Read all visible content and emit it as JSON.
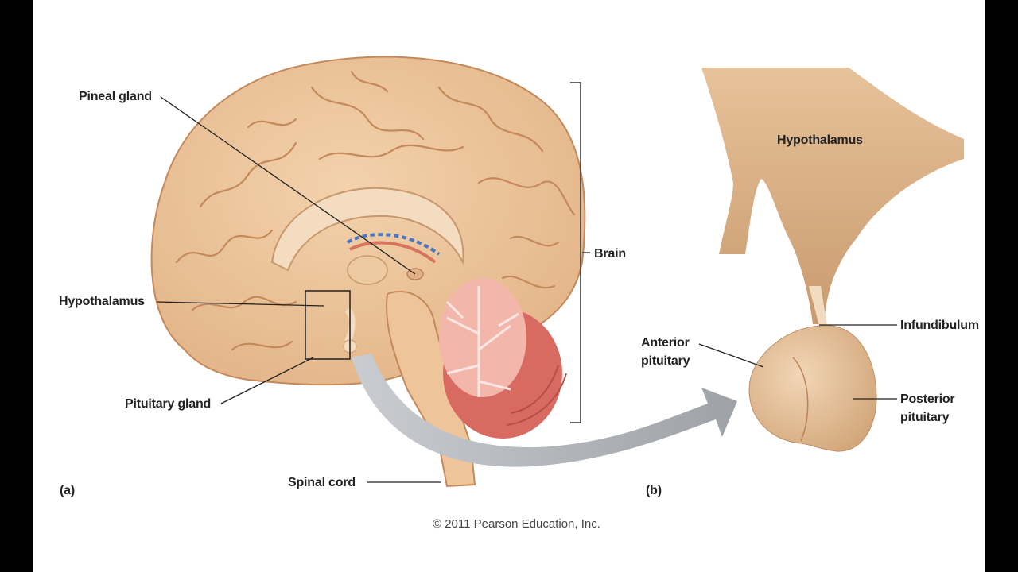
{
  "labels": {
    "pineal_gland": "Pineal gland",
    "hypothalamus_a": "Hypothalamus",
    "pituitary_gland": "Pituitary gland",
    "spinal_cord": "Spinal cord",
    "brain": "Brain",
    "hypothalamus_b": "Hypothalamus",
    "infundibulum": "Infundibulum",
    "anterior_pituitary_1": "Anterior",
    "anterior_pituitary_2": "pituitary",
    "posterior_pituitary_1": "Posterior",
    "posterior_pituitary_2": "pituitary"
  },
  "panels": {
    "a": "(a)",
    "b": "(b)"
  },
  "copyright": "© 2011 Pearson Education, Inc.",
  "colors": {
    "brain_fill": "#eec59a",
    "gyri_lines": "#c4895b",
    "cerebellum": "#d96a62",
    "arrow": "#a8acb0",
    "side_bars": "#000000"
  }
}
